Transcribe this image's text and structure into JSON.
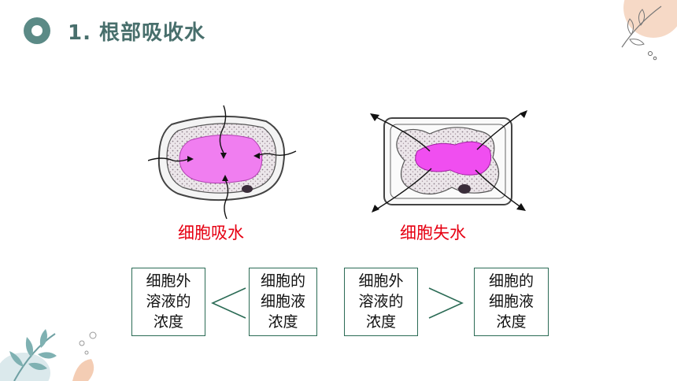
{
  "title": "1. 根部吸收水",
  "labels": {
    "absorb": "细胞吸水",
    "lose": "细胞失水"
  },
  "comparisons": [
    {
      "left": [
        "细胞外",
        "溶液的",
        "浓度"
      ],
      "sign": "less-than",
      "right": [
        "细胞的",
        "细胞液",
        "浓度"
      ]
    },
    {
      "left": [
        "细胞外",
        "溶液的",
        "浓度"
      ],
      "sign": "greater-than",
      "right": [
        "细胞的",
        "细胞液",
        "浓度"
      ]
    }
  ],
  "colors": {
    "accent": "#5b8a86",
    "title": "#486f6c",
    "label_red": "#e60012",
    "box_border": "#2b6b55",
    "vacuole": "#f07ef0"
  }
}
